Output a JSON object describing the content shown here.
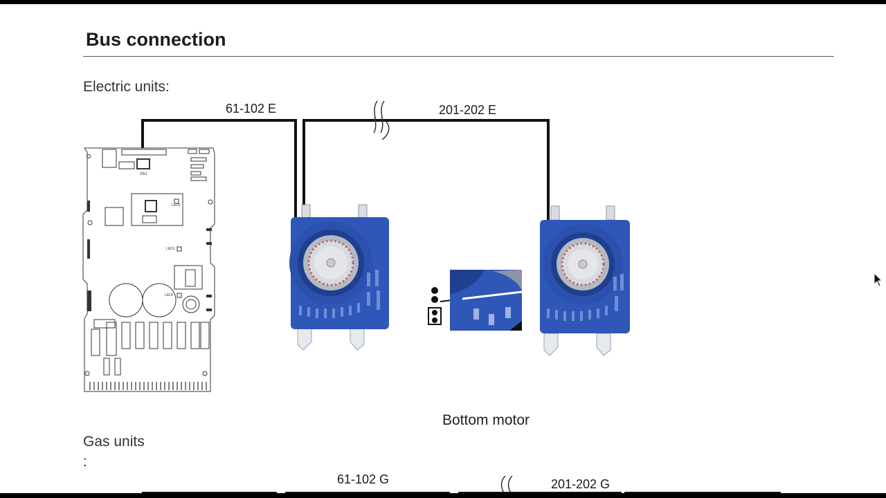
{
  "page": {
    "title": "Bus connection",
    "electric_section": "Electric units:",
    "gas_section": "Gas units",
    "gas_colon": ":"
  },
  "electric": {
    "wire_label_left": "61-102 E",
    "wire_label_right": "201-202 E"
  },
  "gas": {
    "wire_label_left": "61-102 G",
    "wire_label_right": "201-202 G"
  },
  "board": {
    "connector_label": "X61",
    "led1": "LED1",
    "led2": "LED2",
    "led3": "LED3"
  },
  "motor": {
    "caption": "Bottom motor"
  },
  "colors": {
    "unit_blue": "#2f57b8",
    "unit_blue_dark": "#1f3f8f",
    "wire": "#111111",
    "board_line": "#333333"
  }
}
